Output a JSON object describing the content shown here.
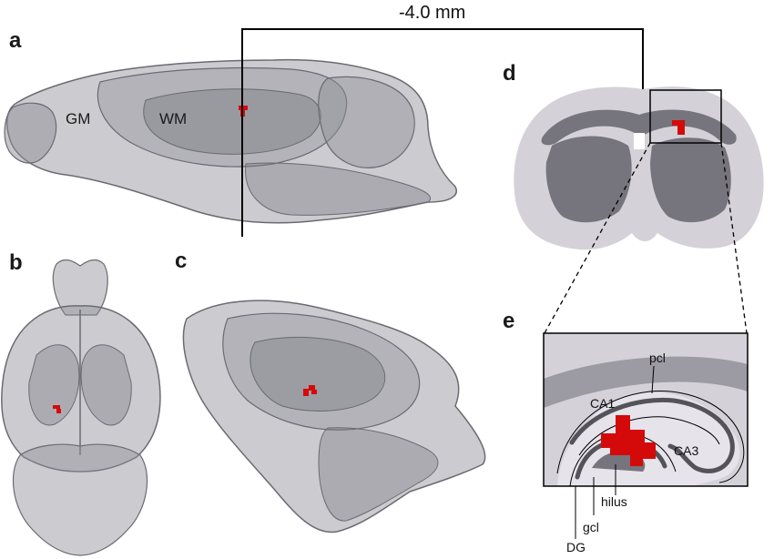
{
  "scale_label": "-4.0 mm",
  "panels": {
    "a": "a",
    "b": "b",
    "c": "c",
    "d": "d",
    "e": "e"
  },
  "tissue_labels": {
    "gray_matter": "GM",
    "white_matter": "WM"
  },
  "zoom_labels": {
    "pyramidal_cell_layer": "pcl",
    "ca1": "CA1",
    "ca3": "CA3",
    "hilus": "hilus",
    "granule_cell_layer": "gcl",
    "dentate_gyrus": "DG"
  },
  "colors": {
    "brain_fill": "#8e8e96",
    "brain_stroke": "#6a6a72",
    "section_light": "#d4d2d8",
    "section_dark": "#76747c",
    "mark_red": "#d40a0a",
    "line": "#000000"
  }
}
